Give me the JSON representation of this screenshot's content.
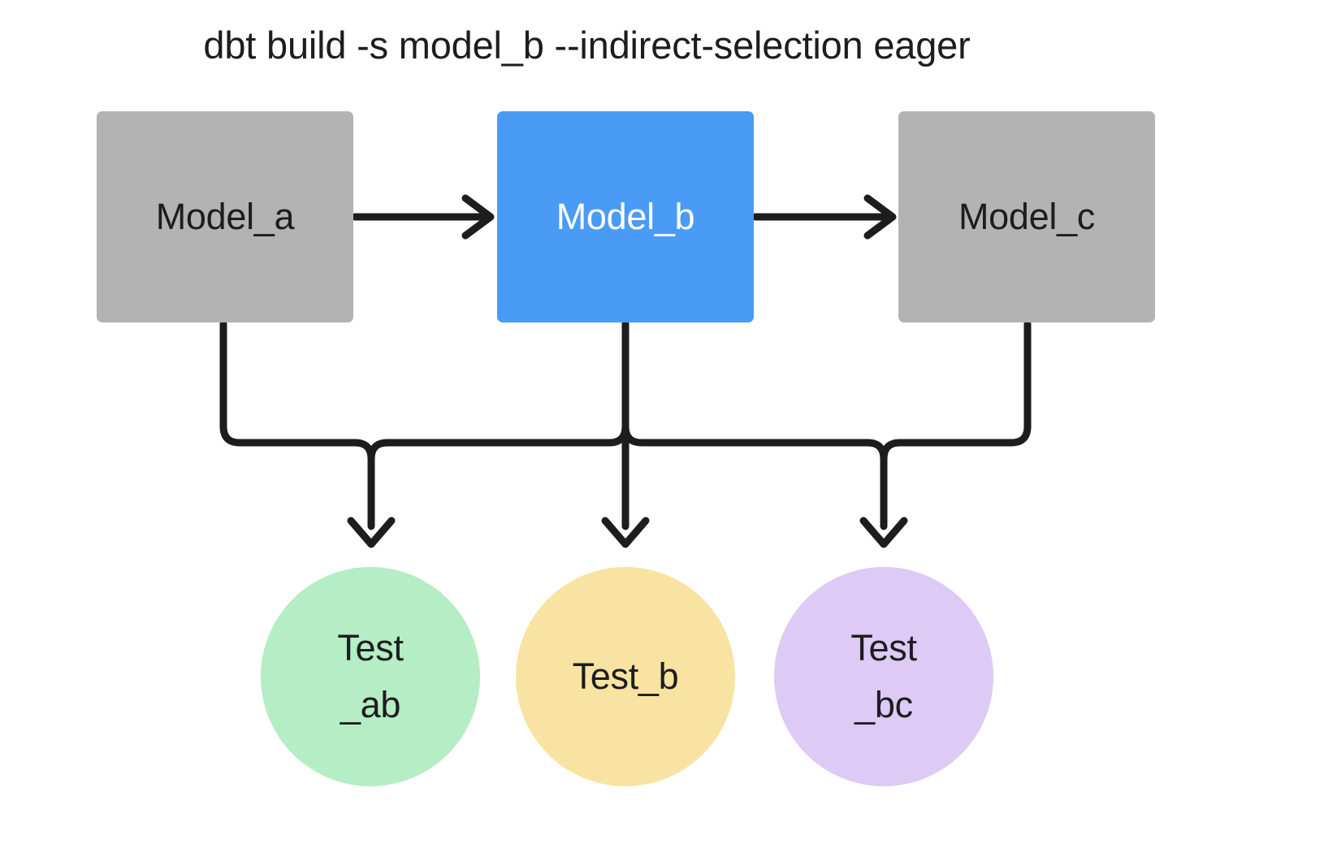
{
  "title": "dbt build -s model_b --indirect-selection eager",
  "colors": {
    "background": "#ffffff",
    "model_default": "#b3b3b3",
    "model_selected": "#4a9bf5",
    "model_selected_text": "#ffffff",
    "model_text": "#1d1d1f",
    "test_ab": "#b5edc4",
    "test_b": "#f9e3a2",
    "test_bc": "#ddcaf5",
    "edge": "#1d1d1f"
  },
  "models": [
    {
      "id": "model_a",
      "label": "Model_a",
      "state": "unselected",
      "fill": "#b3b3b3",
      "text_color": "#1d1d1f"
    },
    {
      "id": "model_b",
      "label": "Model_b",
      "state": "selected",
      "fill": "#4a9bf5",
      "text_color": "#ffffff"
    },
    {
      "id": "model_c",
      "label": "Model_c",
      "state": "unselected",
      "fill": "#b3b3b3",
      "text_color": "#1d1d1f"
    }
  ],
  "tests": [
    {
      "id": "test_ab",
      "line1": "Test",
      "line2": "_ab",
      "fill": "#b5edc4",
      "text_color": "#1d1d1f"
    },
    {
      "id": "test_b",
      "line1": "Test_b",
      "line2": "",
      "fill": "#f9e3a2",
      "text_color": "#1d1d1f"
    },
    {
      "id": "test_bc",
      "line1": "Test",
      "line2": "_bc",
      "fill": "#ddcaf5",
      "text_color": "#1d1d1f"
    }
  ],
  "edges": [
    {
      "from": "model_a",
      "to": "model_b",
      "kind": "straight-right"
    },
    {
      "from": "model_b",
      "to": "model_c",
      "kind": "straight-right"
    },
    {
      "from": "model_a",
      "to": "test_ab",
      "kind": "elbow-down"
    },
    {
      "from": "model_b",
      "to": "test_ab",
      "kind": "elbow-down"
    },
    {
      "from": "model_b",
      "to": "test_b",
      "kind": "straight-down"
    },
    {
      "from": "model_b",
      "to": "test_bc",
      "kind": "elbow-down"
    },
    {
      "from": "model_c",
      "to": "test_bc",
      "kind": "elbow-down"
    }
  ]
}
